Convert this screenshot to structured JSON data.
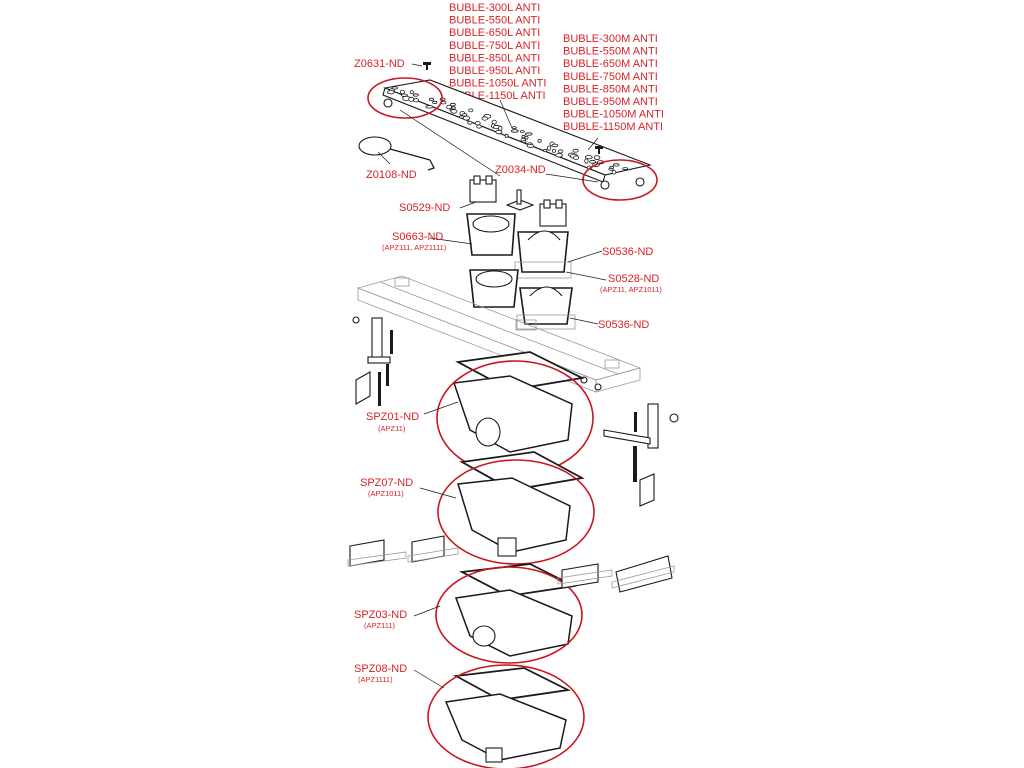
{
  "grating_l_models": [
    "BUBLE-300L ANTI",
    "BUBLE-550L ANTI",
    "BUBLE-650L ANTI",
    "BUBLE-750L ANTI",
    "BUBLE-850L ANTI",
    "BUBLE-950L ANTI",
    "BUBLE-1050L ANTI",
    "BUBLE-1150L ANTI"
  ],
  "grating_m_models": [
    "BUBLE-300M ANTI",
    "BUBLE-550M ANTI",
    "BUBLE-650M ANTI",
    "BUBLE-750M ANTI",
    "BUBLE-850M ANTI",
    "BUBLE-950M ANTI",
    "BUBLE-1050M ANTI",
    "BUBLE-1150M ANTI"
  ],
  "parts": {
    "z0631": "Z0631-ND",
    "z0108": "Z0108-ND",
    "z0034": "Z0034-ND",
    "s0529": "S0529-ND",
    "s0663": "S0663-ND",
    "s0663_sub": "(APZ111, APZ1111)",
    "s0536_a": "S0536-ND",
    "s0528": "S0528-ND",
    "s0528_sub": "(APZ11, APZ1011)",
    "s0536_b": "S0536-ND",
    "spz01": "SPZ01-ND",
    "spz01_sub": "(APZ11)",
    "spz07": "SPZ07-ND",
    "spz07_sub": "(APZ1011)",
    "spz03": "SPZ03-ND",
    "spz03_sub": "(APZ111)",
    "spz08": "SPZ08-ND",
    "spz08_sub": "(APZ1111)"
  },
  "colors": {
    "label": "#d8232a",
    "highlight_ring": "#c8161d",
    "line": "#1a1a1a"
  }
}
